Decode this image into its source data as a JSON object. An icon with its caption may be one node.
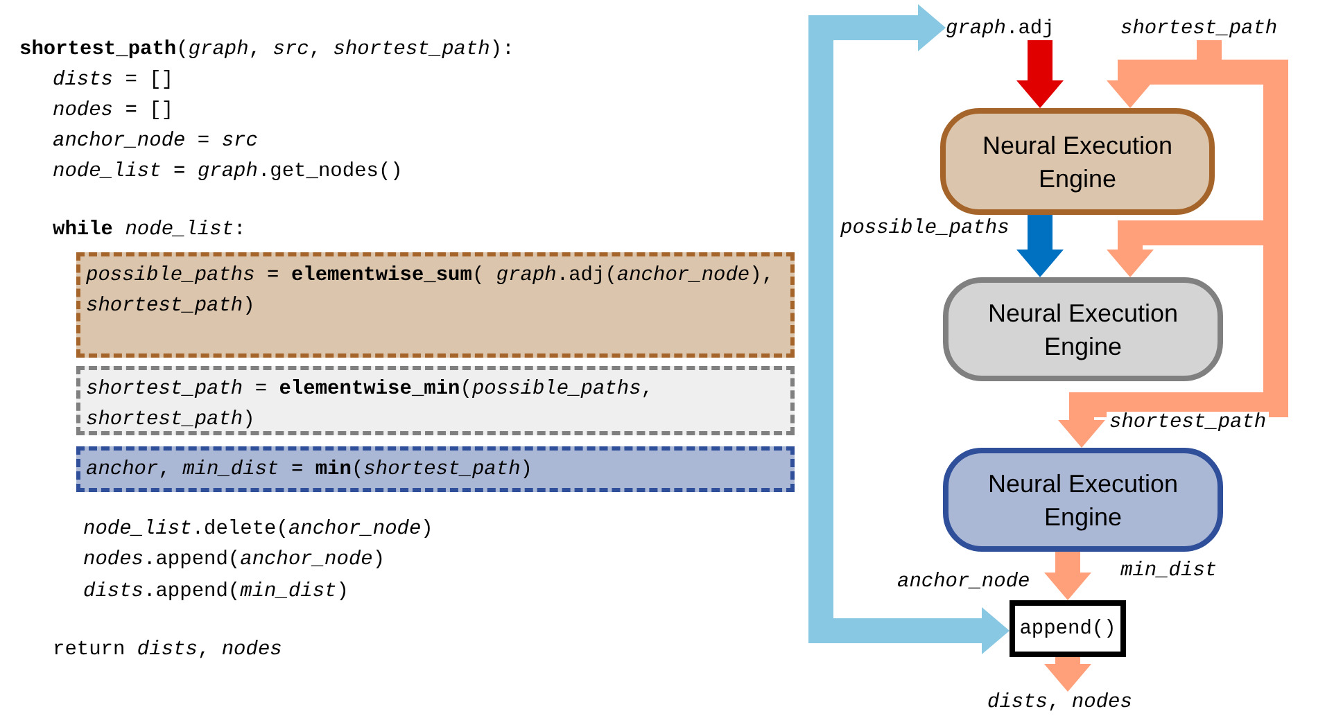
{
  "diagram": {
    "nodes": [
      {
        "text": [
          "*possible_paths* = **elementwise_sum**( *graph*.adj(*anchor_node*), *shortest_path*)"
        ]
      },
      {
        "text": [
          "*shortest_path* = **elementwise_min**(*possible_paths*, *shortest_path*)"
        ]
      },
      {
        "text": [
          "*anchor*, *min_dist* = **min**(*shortest_path*)"
        ]
      },
      {
        "text": [
          "*graph*.adj"
        ]
      },
      {
        "text": [
          "*shortest_path*"
        ]
      },
      {
        "text": [
          "Neural Execution Engine"
        ]
      },
      {
        "text": [
          "Neural Execution Engine"
        ]
      },
      {
        "text": [
          "Neural Execution Engine"
        ]
      },
      {
        "text": [
          "append()"
        ]
      },
      {
        "text": [
          "*dists*, *nodes*"
        ]
      }
    ],
    "edges": [
      {
        "from": 3,
        "to": 5,
        "arrow": "to",
        "color": "#e00000"
      },
      {
        "from": 4,
        "to": 5,
        "arrow": "to"
      },
      {
        "from": 4,
        "to": 6,
        "arrow": "to"
      },
      {
        "from": 4,
        "to": 7,
        "arrow": "to",
        "label": "*shortest_path*"
      },
      {
        "from": 5,
        "to": 6,
        "arrow": "to",
        "label": "*possible_paths*",
        "color": "#0070c0"
      },
      {
        "from": 7,
        "to": 8,
        "arrow": "to",
        "label": "*min_dist*"
      },
      {
        "from": 8,
        "to": 9,
        "arrow": "to"
      },
      {
        "from": 3,
        "to": 8,
        "arrow": "both",
        "label": "*anchor_node*",
        "color": "#89c8e3"
      }
    ],
    "labels": [
      "**shortest_path**(*graph*, *src*, *shortest_path*):",
      "*dists* = []",
      "*nodes* = []",
      "*anchor_node* = *src*",
      "*node_list* = *graph*.get_nodes()",
      "**while** *node_list*:",
      "*node_list*.delete(*anchor_node*)",
      "*nodes*.append(*anchor_node*)",
      "*dists*.append(*min_dist*)",
      "return *dists*, *nodes*"
    ]
  }
}
